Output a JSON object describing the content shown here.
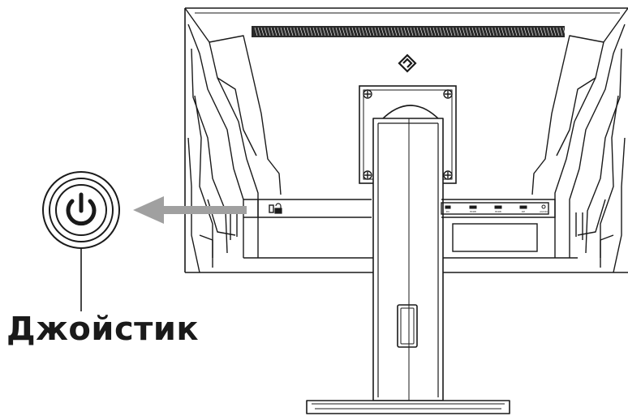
{
  "callout": {
    "label": "Джойстик",
    "icon": "power-icon"
  },
  "monitor": {
    "logo_icon": "brand-logo-icon",
    "port_labels": [
      "DC",
      "HDMI",
      "HDMI",
      "DP",
      "AUDIO"
    ]
  },
  "colors": {
    "line": "#1a1a1a",
    "arrow": "#a0a0a0",
    "background": "#ffffff"
  }
}
